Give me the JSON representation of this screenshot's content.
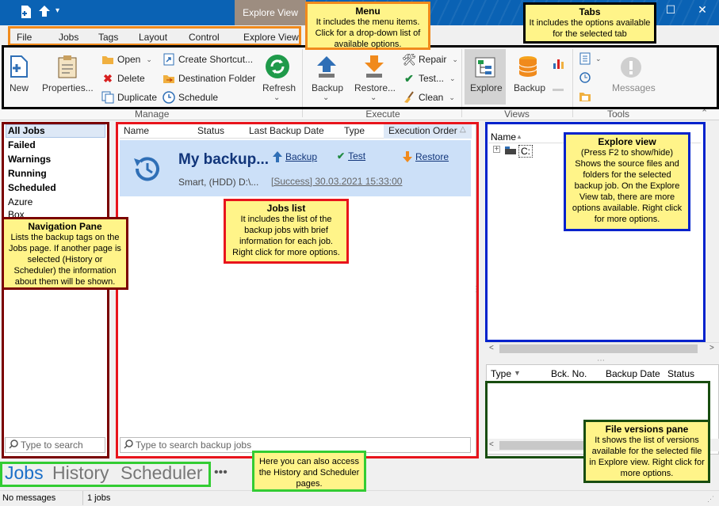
{
  "titlebar": {
    "context_tab": "Explore View"
  },
  "menu_tabs": [
    "File",
    "Jobs",
    "Tags",
    "Layout",
    "Control",
    "Explore View"
  ],
  "ribbon": {
    "manage": {
      "label": "Manage",
      "new": "New",
      "properties": "Properties...",
      "open": "Open",
      "delete": "Delete",
      "duplicate": "Duplicate",
      "create_shortcut": "Create Shortcut...",
      "destination_folder": "Destination Folder",
      "schedule": "Schedule",
      "refresh": "Refresh"
    },
    "execute": {
      "label": "Execute",
      "backup": "Backup",
      "restore": "Restore...",
      "repair": "Repair",
      "test": "Test...",
      "clean": "Clean"
    },
    "views": {
      "label": "Views",
      "explore": "Explore",
      "backup": "Backup"
    },
    "tools": {
      "label": "Tools",
      "messages": "Messages"
    }
  },
  "nav": {
    "items": [
      "All Jobs",
      "Failed",
      "Warnings",
      "Running",
      "Scheduled",
      "Azure",
      "Box"
    ],
    "search_placeholder": "Type to search"
  },
  "jobs": {
    "columns": [
      "Name",
      "Status",
      "Last Backup Date",
      "Type",
      "Execution Order"
    ],
    "job": {
      "name": "My backup...",
      "details": "Smart, (HDD) D:\\...",
      "status": "[Success] 30.03.2021 15:33:00",
      "action_backup": "Backup",
      "action_test": "Test",
      "action_restore": "Restore"
    },
    "search_placeholder": "Type to search backup jobs"
  },
  "explore": {
    "column": "Name",
    "drive": "C:"
  },
  "versions": {
    "columns": [
      "Type",
      "Bck. No.",
      "Backup Date",
      "Status"
    ]
  },
  "pages": [
    "Jobs",
    "History",
    "Scheduler",
    "•••"
  ],
  "status": {
    "messages": "No messages",
    "jobs": "1 jobs"
  },
  "callouts": {
    "menu": {
      "title": "Menu",
      "text": "It includes the menu items. Click for a drop-down list of available options."
    },
    "tabs": {
      "title": "Tabs",
      "text": "It includes the options available for the selected tab"
    },
    "nav": {
      "title": "Navigation Pane",
      "text": "Lists the backup tags on the Jobs page. If another page is selected (History or Scheduler) the information about them will be shown."
    },
    "jobs": {
      "title": "Jobs list",
      "text": "It includes the list of the backup jobs with brief information for each job. Right click for more options."
    },
    "explore": {
      "title": "Explore view",
      "text": "(Press F2 to show/hide) Shows the source files and folders for the selected backup job. On the Explore View tab, there are more options available. Right click for more options."
    },
    "versions": {
      "title": "File versions pane",
      "text": "It shows the list of versions available for the selected file in Explore view. Right click for more options."
    },
    "pages": {
      "text": "Here you can also access the History and Scheduler pages."
    }
  },
  "colors": {
    "titlebar": "#0a62b4",
    "menu": "#f08a1c",
    "tabs": "#000000",
    "nav": "#7a0000",
    "jobs": "#e8141c",
    "explore": "#0022cc",
    "versions": "#184d10",
    "pages": "#33cc33",
    "callout_bg": "#fff489"
  }
}
